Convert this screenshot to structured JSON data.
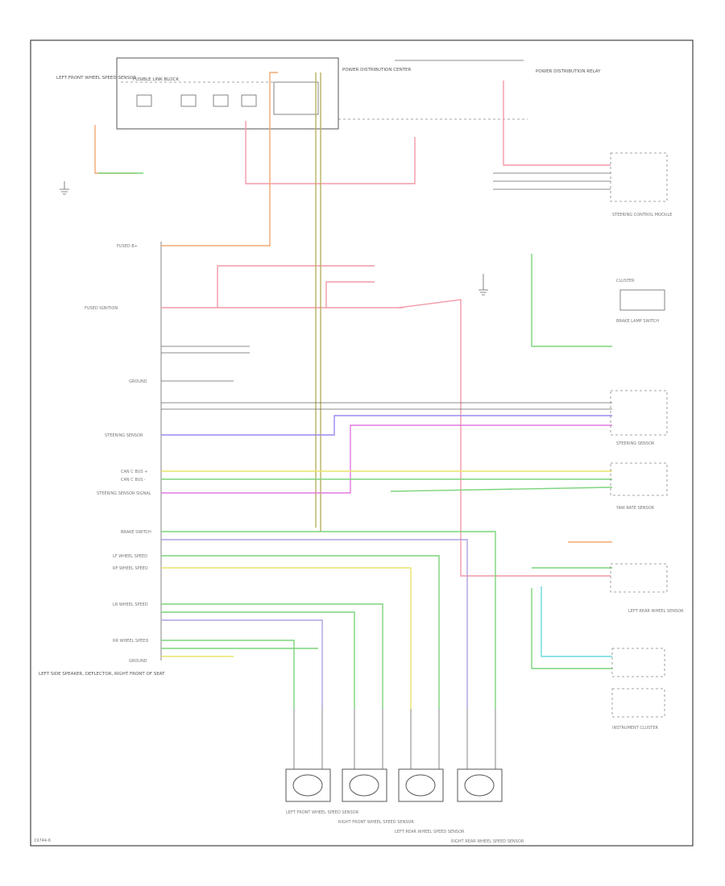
{
  "diagram": {
    "module_label": "LEFT SIDE SPEAKER, DEFLECTOR, RIGHT FRONT OF SEAT",
    "top_labels": {
      "left_sensor": "LEFT FRONT WHEEL SPEED SENSOR",
      "fuse_block": "FUSIBLE LINK BLOCK",
      "power_dist": "POWER DISTRIBUTION CENTER",
      "right_box": "POWER DISTRIBUTION RELAY"
    },
    "module_pins": [
      "FUSED B+",
      "FUSED IGNITION",
      "GROUND",
      "STEERING SENSOR",
      "CAN C BUS +",
      "CAN C BUS -",
      "STEERING SENSOR SIGNAL",
      "BRAKE SWITCH",
      "LF WHEEL SPEED",
      "RF WHEEL SPEED",
      "LR WHEEL SPEED",
      "RR WHEEL SPEED",
      "GROUND"
    ],
    "right_modules": [
      "STEERING CONTROL MODULE",
      "CLUSTER",
      "BRAKE LAMP SWITCH",
      "STEERING SENSOR",
      "YAW RATE SENSOR",
      "LEFT REAR WHEEL SENSOR",
      "INSTRUMENT CLUSTER"
    ],
    "sensors": [
      "LEFT FRONT WHEEL SPEED SENSOR",
      "RIGHT FRONT WHEEL SPEED SENSOR",
      "LEFT REAR WHEEL SPEED SENSOR",
      "RIGHT REAR WHEEL SPEED SENSOR"
    ],
    "footer": "19744-6",
    "wire_colors": {
      "orange": "#f2a873",
      "green": "#7bd47b",
      "red": "#f39aa8",
      "yellow": "#e8e46a",
      "purple": "#9a8af0",
      "magenta": "#e27ae0",
      "olive": "#b8b060",
      "cyan": "#6ad9e0",
      "gray": "#999999"
    }
  }
}
